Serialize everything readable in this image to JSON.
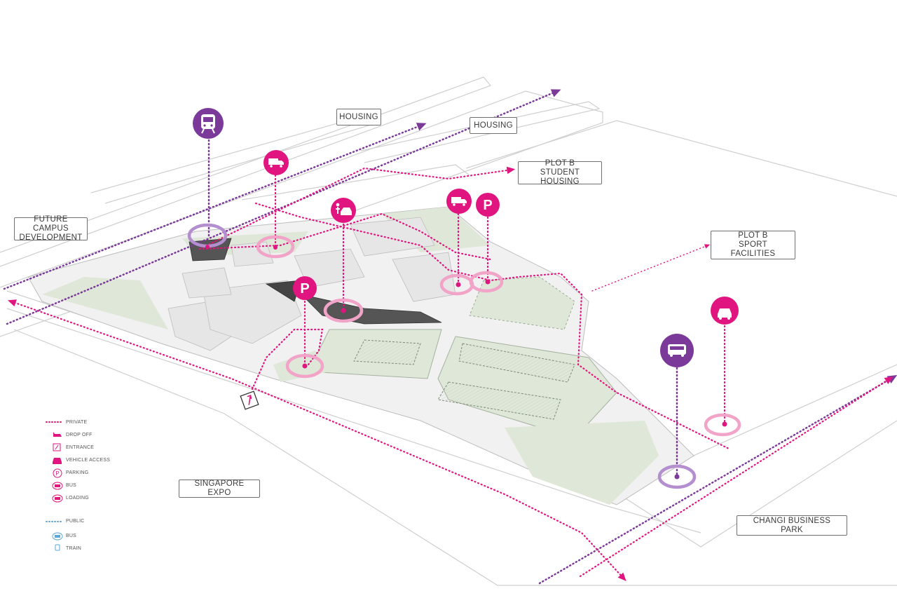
{
  "labels": {
    "housing_1": "HOUSING",
    "housing_2": "HOUSING",
    "plot_b_student_line1": "PLOT B",
    "plot_b_student_line2": "STUDENT HOUSING",
    "future_campus_line1": "FUTURE CAMPUS",
    "future_campus_line2": "DEVELOPMENT",
    "plot_b_sport_line1": "PLOT B",
    "plot_b_sport_line2": "SPORT FACILITIES",
    "singapore_expo": "SINGAPORE EXPO",
    "changi_business_park": "CHANGI BUSINESS PARK"
  },
  "legend": {
    "private": {
      "title": "PRIVATE",
      "items": [
        "DROP OFF",
        "ENTRANCE",
        "VEHICLE ACCESS",
        "PARKING",
        "BUS",
        "LOADING"
      ]
    },
    "public": {
      "title": "PUBLIC",
      "items": [
        "BUS",
        "TRAIN"
      ]
    }
  },
  "icon_glyphs": {
    "parking": "P"
  },
  "colors": {
    "private": "#e0157f",
    "public": "#7b3a9a",
    "ring_private": "#f2a3c8",
    "ring_public": "#b48fcf",
    "green": "#dfe8d8",
    "road_outline": "#c8c8c8",
    "label_border": "#6f6f6f"
  },
  "icons": [
    "train-icon",
    "loading-truck-icon",
    "drop-off-icon",
    "parking-icon",
    "loading-truck-icon",
    "parking-icon",
    "vehicle-access-icon",
    "bus-icon"
  ]
}
